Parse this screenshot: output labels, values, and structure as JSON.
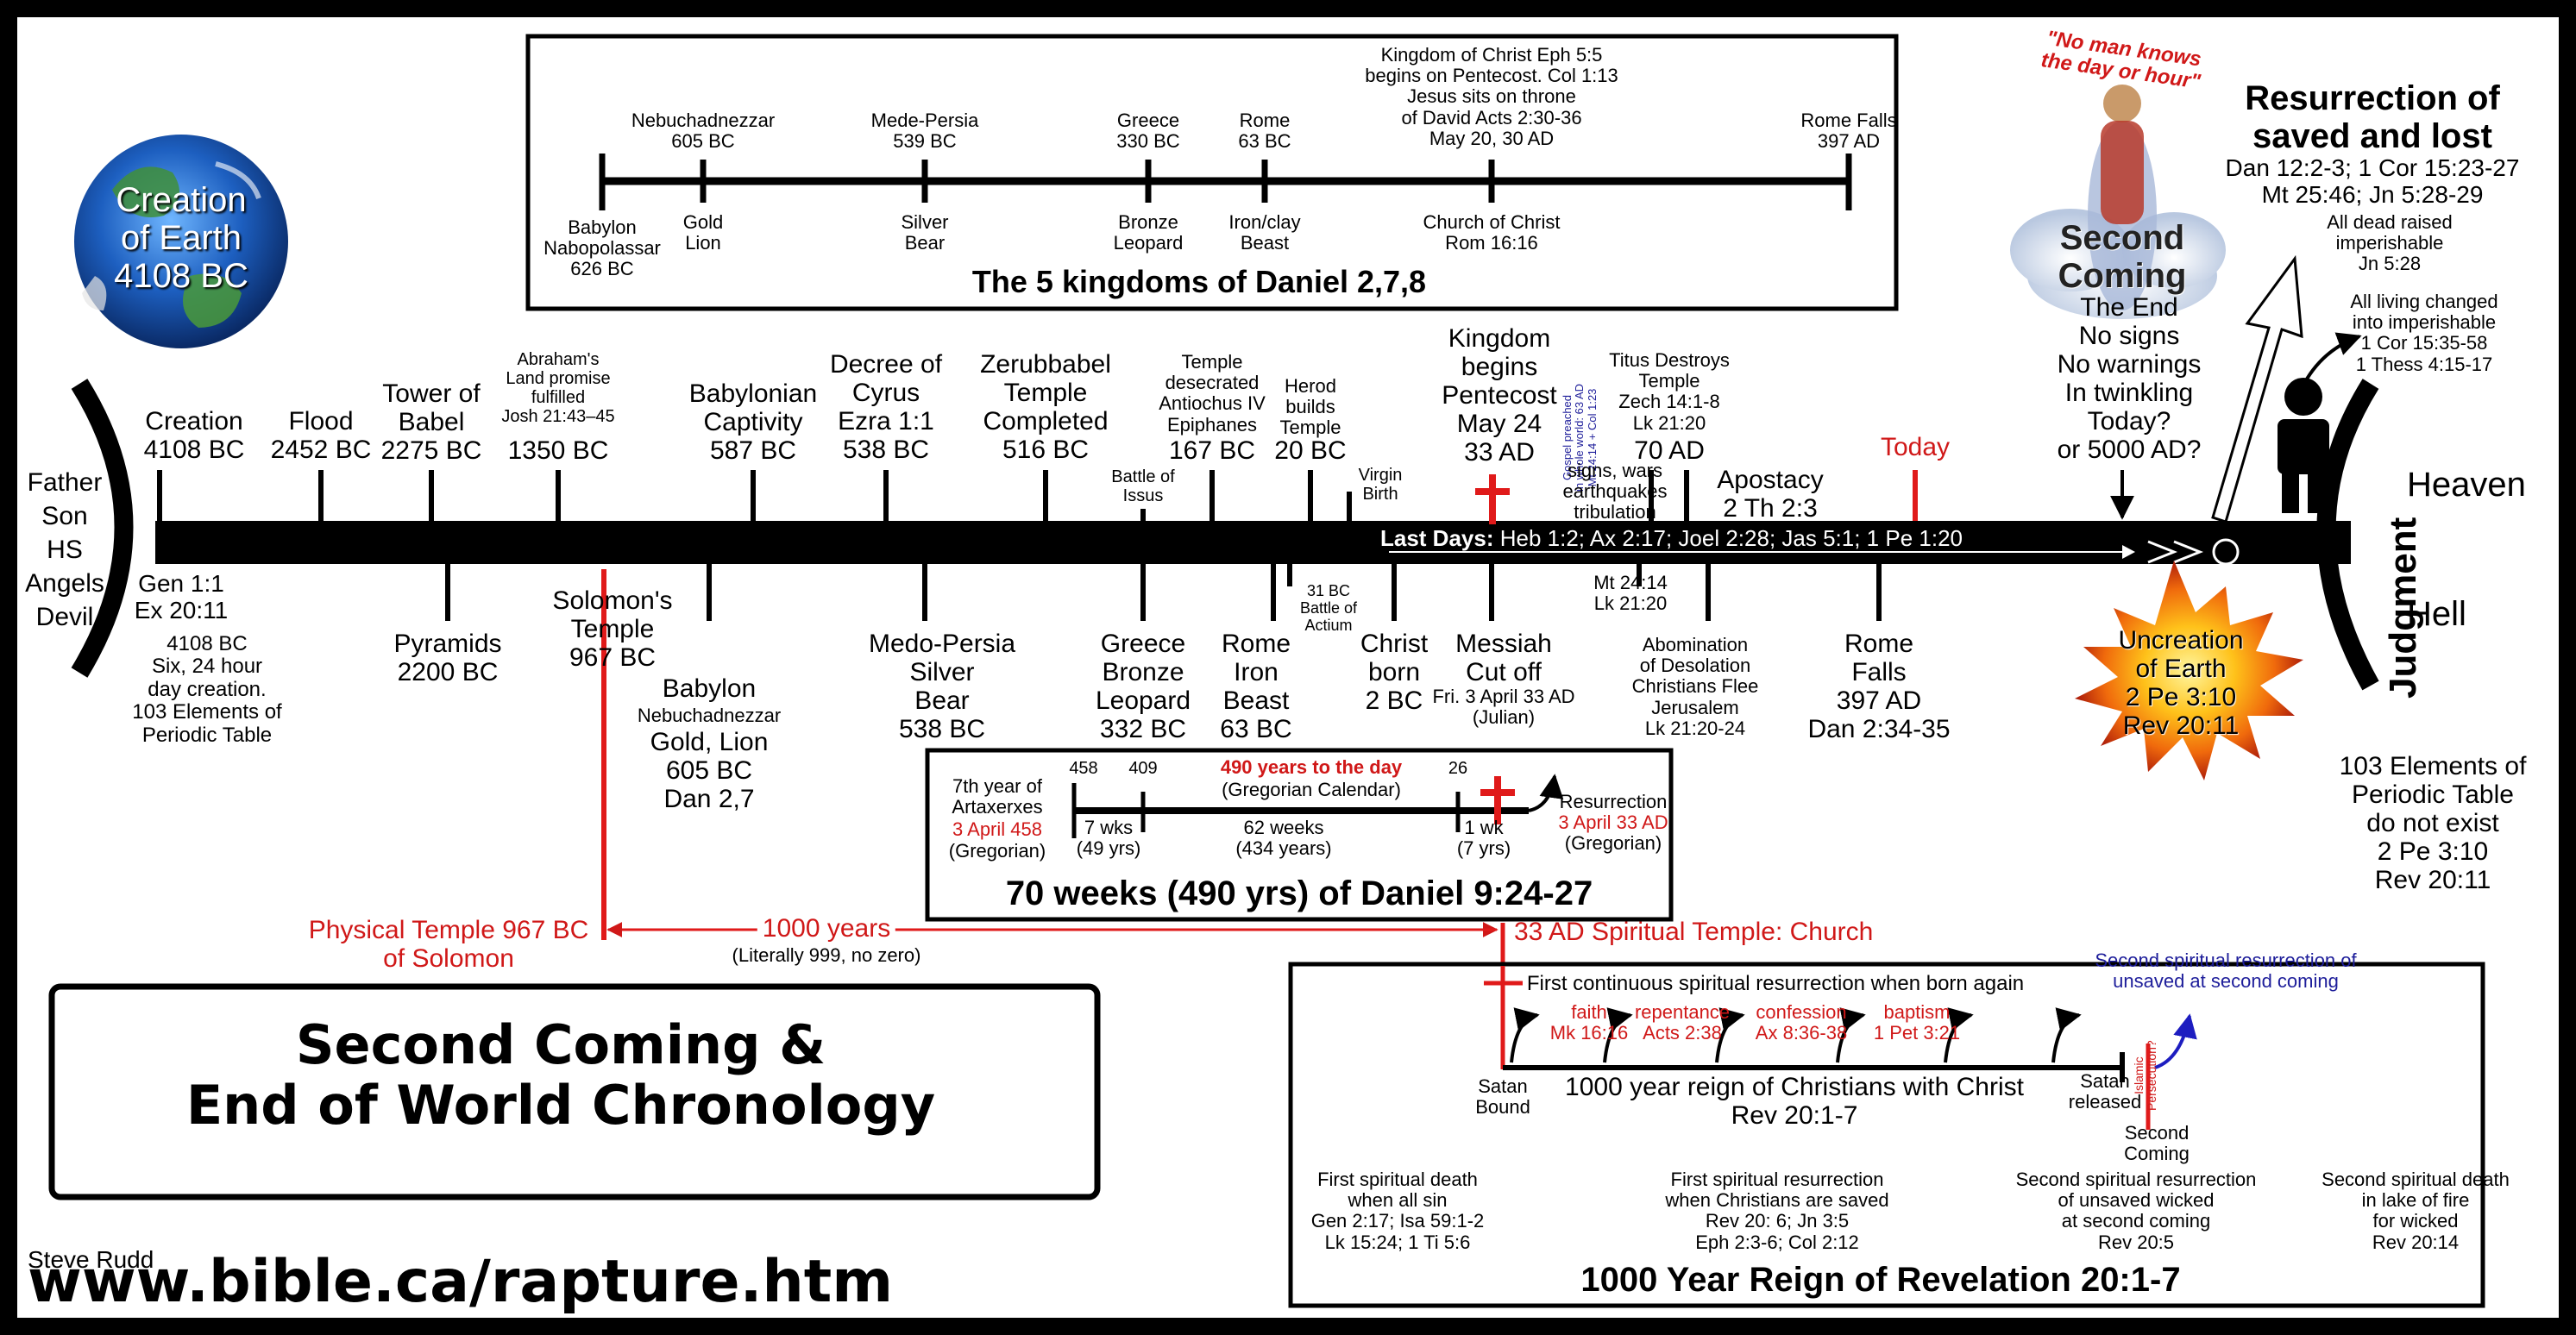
{
  "title": {
    "line1": "Second Coming &",
    "line2": "End of World Chronology"
  },
  "author": "Steve Rudd",
  "url": "www.bible.ca/rapture.htm",
  "earth": {
    "text": "Creation\nof Earth\n4108 BC"
  },
  "left_labels": {
    "text": "Father\nSon\nHS\nAngels\nDevil"
  },
  "daniel_kingdoms": {
    "title": "The 5 kingdoms of Daniel 2,7,8",
    "top": [
      {
        "text": "Nebuchadnezzar\n605 BC"
      },
      {
        "text": "Mede-Persia\n539 BC"
      },
      {
        "text": "Greece\n330 BC"
      },
      {
        "text": "Rome\n63 BC"
      },
      {
        "text": "Kingdom of Christ Eph 5:5\nbegins on Pentecost. Col 1:13\nJesus sits on throne\nof David Acts 2:30-36\nMay 20, 30 AD"
      },
      {
        "text": "Rome Falls\n397 AD"
      }
    ],
    "bottom": [
      {
        "text": "Babylon\nNabopolassar\n626 BC"
      },
      {
        "text": "Gold\nLion"
      },
      {
        "text": "Silver\nBear"
      },
      {
        "text": "Bronze\nLeopard"
      },
      {
        "text": "Iron/clay\nBeast"
      },
      {
        "text": "Church of Christ\nRom 16:16"
      }
    ]
  },
  "timeline_above": [
    {
      "text": "Creation\n4108 BC"
    },
    {
      "text": "Flood\n2452 BC"
    },
    {
      "text": "Tower of\nBabel\n2275 BC"
    },
    {
      "text": "Abraham's\nLand promise\nfulfilled\nJosh 21:43–45"
    },
    {
      "text": "1350 BC"
    },
    {
      "text": "Babylonian\nCaptivity\n587 BC"
    },
    {
      "text": "Decree of\nCyrus\nEzra 1:1\n538 BC"
    },
    {
      "text": "Zerubbabel\nTemple\nCompleted\n516 BC"
    },
    {
      "text": "Battle of\nIssus"
    },
    {
      "text": "Temple\ndesecrated\nAntiochus IV\nEpiphanes"
    },
    {
      "text": "167 BC"
    },
    {
      "text": "Herod\nbuilds\nTemple"
    },
    {
      "text": "20 BC"
    },
    {
      "text": "Virgin\nBirth"
    },
    {
      "text": "Kingdom\nbegins\nPentecost\nMay 24\n33 AD"
    },
    {
      "text": "Gospel preached\nin whole world: 63 AD\nMt 24:14 + Col 1:23"
    },
    {
      "text": "Titus Destroys\nTemple\nZech 14:1-8\nLk 21:20"
    },
    {
      "text": "70 AD"
    },
    {
      "text": "signs, wars\nearthquakes\ntribulation"
    },
    {
      "text": "Apostacy\n2 Th 2:3"
    },
    {
      "text": "Today"
    }
  ],
  "last_days": {
    "label": "Last Days:",
    "text": "Heb 1:2; Ax 2:17; Joel 2:28; Jas 5:1; 1 Pe 1:20"
  },
  "timeline_below": [
    {
      "text": "Gen 1:1\nEx 20:11"
    },
    {
      "text": "4108 BC\nSix, 24 hour\nday creation.\n103 Elements of\nPeriodic Table"
    },
    {
      "text": "Pyramids\n2200 BC"
    },
    {
      "text": "Solomon's\nTemple\n967 BC"
    },
    {
      "text": "Babylon"
    },
    {
      "text": "Nebuchadnezzar"
    },
    {
      "text": "Gold, Lion\n605 BC\nDan 2,7"
    },
    {
      "text": "Medo-Persia\nSilver\nBear\n538 BC"
    },
    {
      "text": "Greece\nBronze\nLeopard\n332 BC"
    },
    {
      "text": "Rome\nIron\nBeast\n63 BC"
    },
    {
      "text": "31 BC\nBattle of\nActium"
    },
    {
      "text": "Christ\nborn\n2 BC"
    },
    {
      "text": "Messiah\nCut off"
    },
    {
      "text": "Fri. 3 April 33 AD\n(Julian)"
    },
    {
      "text": "Mt 24:14\nLk 21:20"
    },
    {
      "text": "Abomination\nof Desolation\nChristians Flee\nJerusalem\nLk 21:20-24"
    },
    {
      "text": "Rome\nFalls\n397 AD\nDan 2:34-35"
    }
  ],
  "seventy_weeks": {
    "title": "70 weeks (490 yrs) of Daniel 9:24-27",
    "headline": "490 years to the day",
    "calendar": "(Gregorian Calendar)",
    "y458": "458",
    "y409": "409",
    "y26": "26",
    "artax": "7th year of\nArtaxerxes",
    "artax_date": "3 April 458",
    "artax_greg": "(Gregorian)",
    "w7": "7 wks\n(49 yrs)",
    "w62": "62 weeks\n(434 years)",
    "w1": "1 wk\n(7 yrs)",
    "res": "Resurrection",
    "res_date": "3 April 33 AD",
    "res_greg": "(Gregorian)"
  },
  "thousand_years": {
    "left": "Physical Temple 967 BC\nof Solomon",
    "mid": "1000 years",
    "note": "(Literally 999, no zero)",
    "right": "33 AD Spiritual Temple: Church"
  },
  "revelation": {
    "title": "1000 Year Reign of Revelation 20:1-7",
    "first": "First continuous spiritual resurrection when born again",
    "steps": [
      {
        "text": "faith\nMk 16:16"
      },
      {
        "text": "repentance\nActs 2:38"
      },
      {
        "text": "confession\nAx 8:36-38"
      },
      {
        "text": "baptism\n1 Pet 3:21"
      }
    ],
    "second_res": "Second spiritual resurrection of\nunsaved at second coming",
    "islamic": "Islamic\nPersecution?",
    "satan_bound": "Satan\nBound",
    "reign": "1000 year reign of Christians with Christ\nRev 20:1-7",
    "satan_released": "Satan\nreleased",
    "second_coming": "Second\nComing",
    "bottom": [
      {
        "text": "First spiritual death\nwhen all sin\nGen 2:17; Isa 59:1-2\nLk 15:24; 1 Ti 5:6"
      },
      {
        "text": "First spiritual resurrection\nwhen Christians are saved\nRev 20: 6; Jn 3:5\nEph 2:3-6; Col 2:12"
      },
      {
        "text": "Second spiritual resurrection\nof unsaved wicked\nat second coming\nRev 20:5"
      },
      {
        "text": "Second spiritual death\nin lake of fire\nfor wicked\nRev 20:14"
      }
    ]
  },
  "end": {
    "quote": "\"No man knows\nthe day or hour\"",
    "second_coming": "Second\nComing",
    "the_end": "The End\nNo signs\nNo warnings\nIn twinkling\nToday?\nor 5000 AD?",
    "resurrection_title": "Resurrection of\nsaved and lost",
    "resurrection_refs": "Dan 12:2-3; 1 Cor 15:23-27\nMt 25:46; Jn 5:28-29",
    "dead_raised": "All dead raised\nimperishable\nJn 5:28",
    "living_changed": "All living changed\ninto imperishable\n1 Cor 15:35-58\n1 Thess 4:15-17",
    "judgment": "Judgment",
    "heaven": "Heaven",
    "hell": "Hell",
    "uncreation": "Uncreation\nof Earth\n2 Pe 3:10\nRev 20:11",
    "elements": "103 Elements of\nPeriodic Table\ndo not exist\n2 Pe 3:10\nRev 20:11"
  }
}
